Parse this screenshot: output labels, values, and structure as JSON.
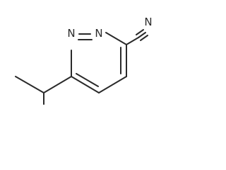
{
  "molecule": {
    "atoms": {
      "n_ring_1": "N",
      "n_ring_2": "N",
      "n_nitrile": "N"
    }
  }
}
